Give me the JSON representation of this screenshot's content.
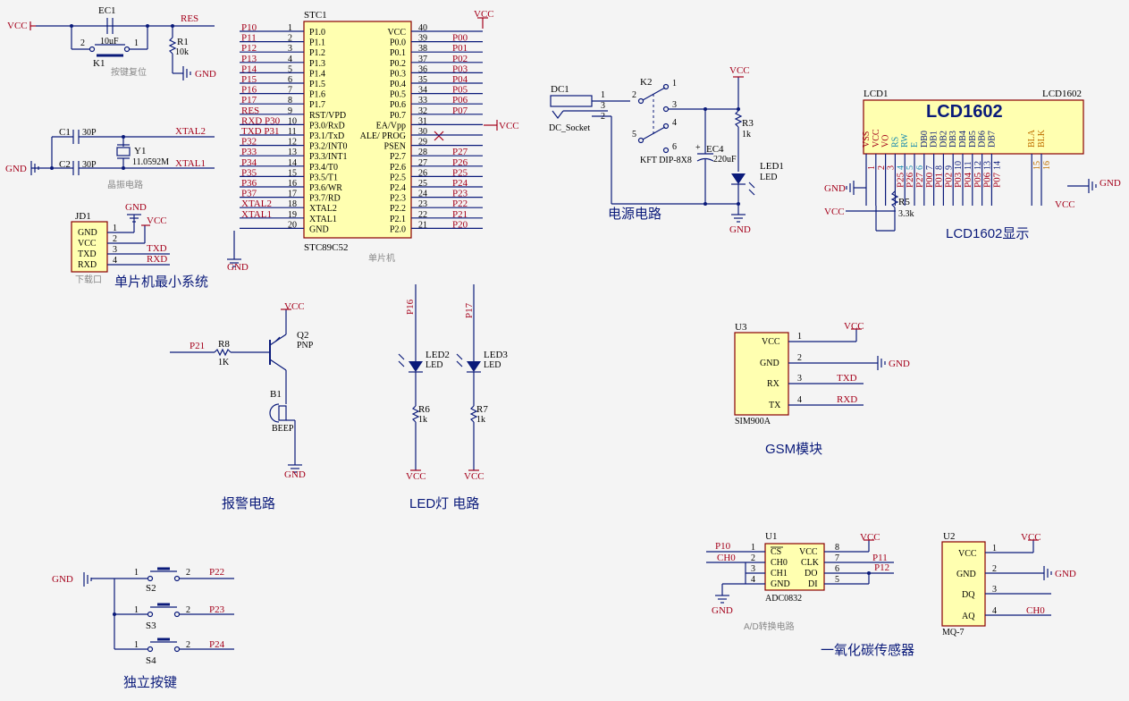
{
  "domain": "Diagram",
  "section_titles": {
    "mcu_min": "单片机最小系统",
    "power": "电源电路",
    "lcd": "LCD1602显示",
    "gsm": "GSM模块",
    "alarm": "报警电路",
    "led": "LED灯 电路",
    "keys": "独立按键",
    "co": "一氧化碳传感器"
  },
  "notes": {
    "reset": "按键复位",
    "crystal": "晶振电路",
    "mcu": "单片机",
    "adc": "A/D转换电路"
  },
  "net_labels": {
    "vcc": "VCC",
    "gnd": "GND",
    "res": "RES",
    "xtal1": "XTAL1",
    "xtal2": "XTAL2",
    "txd": "TXD",
    "rxd": "RXD",
    "p21": "P21",
    "p16": "P16",
    "p17": "P17",
    "p22": "P22",
    "p23": "P23",
    "p24": "P24",
    "p10": "P10",
    "p11": "P11",
    "p12": "P12",
    "ch0": "CH0"
  },
  "reset_circuit": {
    "ec1": "EC1",
    "ec1_val": "10uF",
    "k1": "K1",
    "r1": "R1",
    "r1_val": "10k",
    "pin2": "2",
    "pin1": "1"
  },
  "crystal_circuit": {
    "c1": "C1",
    "c1_val": "30P",
    "c2": "C2",
    "c2_val": "30P",
    "y1": "Y1",
    "y1_val": "11.0592M"
  },
  "jd1": {
    "ref": "JD1",
    "pins": [
      "GND",
      "VCC",
      "TXD",
      "RXD"
    ],
    "nums": [
      "1",
      "2",
      "3",
      "4"
    ],
    "note": "下载口"
  },
  "mcu": {
    "ref": "STC1",
    "part": "STC89C52",
    "left_pins": [
      "P1.0",
      "P1.1",
      "P1.2",
      "P1.3",
      "P1.4",
      "P1.5",
      "P1.6",
      "P1.7",
      "RST/VPD",
      "P3.0/RxD",
      "P3.1/TxD",
      "P3.2/INT0",
      "P3.3/INT1",
      "P3.4/T0",
      "P3.5/T1",
      "P3.6/WR",
      "P3.7/RD",
      "XTAL2",
      "XTAL1",
      "GND"
    ],
    "left_nums": [
      "1",
      "2",
      "3",
      "4",
      "5",
      "6",
      "7",
      "8",
      "9",
      "10",
      "11",
      "12",
      "13",
      "14",
      "15",
      "16",
      "17",
      "18",
      "19",
      "20"
    ],
    "left_nets": [
      "P10",
      "P11",
      "P12",
      "P13",
      "P14",
      "P15",
      "P16",
      "P17",
      "RES",
      "RXD P30",
      "TXD P31",
      "P32",
      "P33",
      "P34",
      "P35",
      "P36",
      "P37",
      "XTAL2",
      "XTAL1",
      ""
    ],
    "right_pins": [
      "VCC",
      "P0.0",
      "P0.1",
      "P0.2",
      "P0.3",
      "P0.4",
      "P0.5",
      "P0.6",
      "P0.7",
      "EA/Vpp",
      "ALE/ PROG",
      "PSEN",
      "P2.7",
      "P2.6",
      "P2.5",
      "P2.4",
      "P2.3",
      "P2.2",
      "P2.1",
      "P2.0"
    ],
    "right_nums": [
      "40",
      "39",
      "38",
      "37",
      "36",
      "35",
      "34",
      "33",
      "32",
      "31",
      "30",
      "29",
      "28",
      "27",
      "26",
      "25",
      "24",
      "23",
      "22",
      "21"
    ],
    "right_nets": [
      "",
      "P00",
      "P01",
      "P02",
      "P03",
      "P04",
      "P05",
      "P06",
      "P07",
      "",
      "",
      "",
      "P27",
      "P26",
      "P25",
      "P24",
      "P23",
      "P22",
      "P21",
      "P20"
    ]
  },
  "power_circuit": {
    "dc1": "DC1",
    "dc_socket": "DC_Socket",
    "k2": "K2",
    "k2_part": "KFT DIP-8X8",
    "ec4": "EC4",
    "ec4_val": "220uF",
    "r3": "R3",
    "r3_val": "1k",
    "led1": "LED1",
    "led1_val": "LED",
    "dc_pins": [
      "1",
      "3",
      "2"
    ],
    "k2_pins": [
      "2",
      "1",
      "3",
      "4",
      "5",
      "6"
    ],
    "plus": "+"
  },
  "lcd": {
    "ref": "LCD1",
    "part": "LCD1602",
    "big": "LCD1602",
    "pins": [
      "VSS",
      "VCC",
      "VO",
      "RS",
      "RW",
      "E",
      "DB0",
      "DB1",
      "DB2",
      "DB3",
      "DB4",
      "DB5",
      "DB6",
      "DB7",
      "BLA",
      "BLK"
    ],
    "nums": [
      "1",
      "2",
      "3",
      "4",
      "5",
      "6",
      "7",
      "8",
      "9",
      "10",
      "11",
      "12",
      "13",
      "14",
      "15",
      "16"
    ],
    "nets": [
      "",
      "",
      "",
      "P25",
      "P26",
      "P27",
      "P00",
      "P01",
      "P02",
      "P03",
      "P04",
      "P05",
      "P06",
      "P07",
      "",
      ""
    ],
    "r5": "R5",
    "r5_val": "3.3k"
  },
  "gsm": {
    "ref": "U3",
    "part": "SIM900A",
    "pins": [
      "VCC",
      "GND",
      "RX",
      "TX"
    ],
    "nums": [
      "1",
      "2",
      "3",
      "4"
    ]
  },
  "alarm": {
    "r8": "R8",
    "r8_val": "1K",
    "q2": "Q2",
    "q2_val": "PNP",
    "b1": "B1",
    "b1_val": "BEEP"
  },
  "leds": {
    "led2": "LED2",
    "led3": "LED3",
    "val": "LED",
    "r6": "R6",
    "r7": "R7",
    "r_val": "1k"
  },
  "keys": {
    "s2": "S2",
    "s3": "S3",
    "s4": "S4",
    "p1": "1",
    "p2": "2"
  },
  "adc": {
    "ref": "U1",
    "part": "ADC0832",
    "left_pins": [
      "CS",
      "CH0",
      "CH1",
      "GND"
    ],
    "left_nums": [
      "1",
      "2",
      "3",
      "4"
    ],
    "right_pins": [
      "VCC",
      "CLK",
      "DO",
      "DI"
    ],
    "right_nums": [
      "8",
      "7",
      "6",
      "5"
    ]
  },
  "mq7": {
    "ref": "U2",
    "part": "MQ-7",
    "pins": [
      "VCC",
      "GND",
      "DQ",
      "AQ"
    ],
    "nums": [
      "1",
      "2",
      "3",
      "4"
    ]
  }
}
